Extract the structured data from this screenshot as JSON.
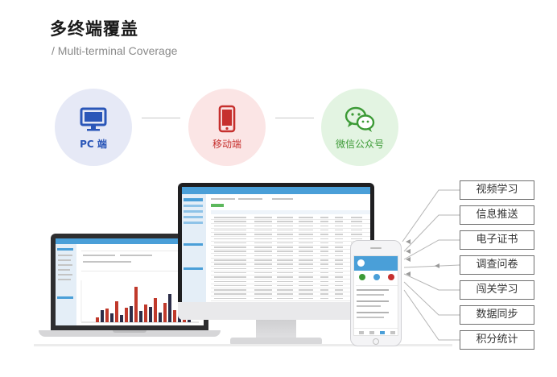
{
  "header": {
    "title": "多终端覆盖",
    "subtitle": "/ Multi-terminal Coverage"
  },
  "terminals": [
    {
      "label": "PC 端",
      "icon": "monitor-icon",
      "color": "#2a56b8"
    },
    {
      "label": "移动端",
      "icon": "smartphone-icon",
      "color": "#c6302e"
    },
    {
      "label": "微信公众号",
      "icon": "wechat-icon",
      "color": "#3c9a36"
    }
  ],
  "features": [
    "视频学习",
    "信息推送",
    "电子证书",
    "调查问卷",
    "闯关学习",
    "数据同步",
    "积分统计"
  ],
  "colors": {
    "accent_blue": "#4a9fd8",
    "bar_red": "#c0392b",
    "bar_dark": "#2c2d48"
  },
  "laptop_chart": {
    "type": "bar",
    "values": [
      12,
      30,
      34,
      22,
      52,
      18,
      36,
      40,
      88,
      28,
      44,
      38,
      60,
      24,
      48,
      70,
      30,
      42,
      26,
      20
    ],
    "series_colors": [
      "#c0392b",
      "#2c2d48"
    ]
  }
}
